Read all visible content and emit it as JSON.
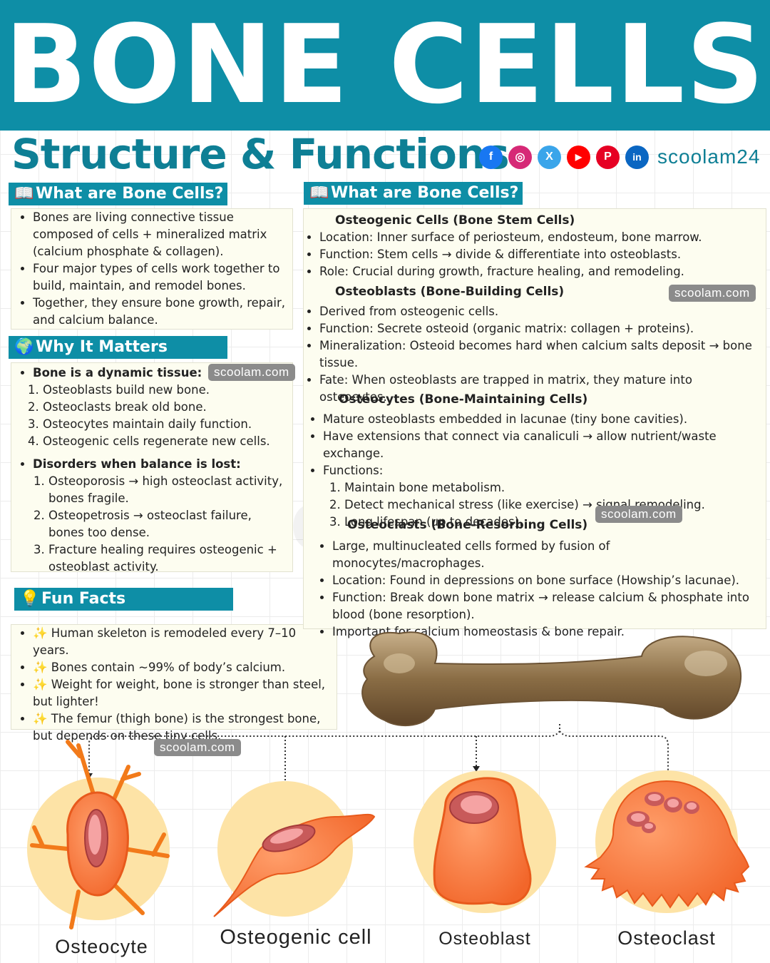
{
  "header": {
    "title": "BONE CELLS",
    "subtitle": "Structure & Functions",
    "handle": "scoolam24",
    "social_icons": [
      {
        "name": "facebook-icon",
        "glyph": "f",
        "color": "#1877f2"
      },
      {
        "name": "instagram-icon",
        "glyph": "◎",
        "color": "#d62976"
      },
      {
        "name": "x-icon",
        "glyph": "X",
        "color": "#3aa5ea"
      },
      {
        "name": "youtube-icon",
        "glyph": "▶",
        "color": "#ff0000"
      },
      {
        "name": "pinterest-icon",
        "glyph": "P",
        "color": "#e60023"
      },
      {
        "name": "linkedin-icon",
        "glyph": "in",
        "color": "#0a66c2"
      }
    ]
  },
  "left_what": {
    "heading": "What are Bone Cells?",
    "bullets": [
      "Bones are living connective tissue composed of cells + mineralized matrix (calcium phosphate & collagen).",
      "Four major types of cells work together to build, maintain, and remodel bones.",
      "Together, they ensure bone growth, repair, and calcium balance."
    ]
  },
  "why": {
    "heading": "Why It Matters",
    "dynamic_title": "Bone is a dynamic tissue:",
    "dynamic_items": [
      "Osteoblasts build new bone.",
      "Osteoclasts break old bone.",
      "Osteocytes maintain daily function.",
      "Osteogenic cells regenerate new cells."
    ],
    "disorders_title": "Disorders when balance is lost:",
    "disorder_items": [
      "Osteoporosis → high osteoclast activity, bones fragile.",
      "Osteopetrosis → osteoclast failure, bones too dense.",
      "Fracture healing requires osteogenic + osteoblast activity."
    ]
  },
  "fun": {
    "heading": "Fun Facts",
    "bullets": [
      "✨ Human skeleton is remodeled every 7–10 years.",
      "✨ Bones contain ~99% of body’s calcium.",
      "✨ Weight for weight, bone is stronger than steel, but lighter!",
      "✨ The femur (thigh bone) is the strongest bone, but depends on these tiny cells."
    ]
  },
  "right": {
    "heading": "What are Bone Cells?",
    "osteogenic": {
      "title": "Osteogenic Cells (Bone Stem Cells)",
      "bullets": [
        "Location: Inner surface of periosteum, endosteum, bone marrow.",
        "Function: Stem cells → divide & differentiate into osteoblasts.",
        "Role: Crucial during growth, fracture healing, and remodeling."
      ]
    },
    "osteoblasts": {
      "title": "Osteoblasts (Bone-Building Cells)",
      "bullets": [
        "Derived from osteogenic cells.",
        "Function: Secrete osteoid (organic matrix: collagen + proteins).",
        "Mineralization: Osteoid becomes hard when calcium salts deposit → bone tissue.",
        "Fate: When osteoblasts are trapped in matrix, they mature into osteocytes."
      ]
    },
    "osteocytes": {
      "title": "Osteocytes (Bone-Maintaining Cells)",
      "bullets": [
        "Mature osteoblasts embedded in lacunae (tiny bone cavities).",
        "Have extensions that connect via canaliculi → allow nutrient/waste exchange.",
        "Functions:"
      ],
      "functions": [
        "Maintain bone metabolism.",
        "Detect mechanical stress (like exercise) → signal remodeling.",
        "Long lifespan (up to decades)."
      ]
    },
    "osteoclasts": {
      "title": "Osteoclasts (Bone-Resorbing Cells)",
      "bullets": [
        "Large, multinucleated cells formed by fusion of monocytes/macrophages.",
        "Location: Found in depressions on bone surface (Howship’s lacunae).",
        "Function: Break down bone matrix → release calcium & phosphate into blood (bone resorption).",
        "Important for calcium homeostasis & bone repair."
      ]
    }
  },
  "watermark": "scoolam.com",
  "cells": {
    "osteocyte": "Osteocyte",
    "osteogenic": "Osteogenic cell",
    "osteoblast": "Osteoblast",
    "osteoclast": "Osteoclast"
  }
}
